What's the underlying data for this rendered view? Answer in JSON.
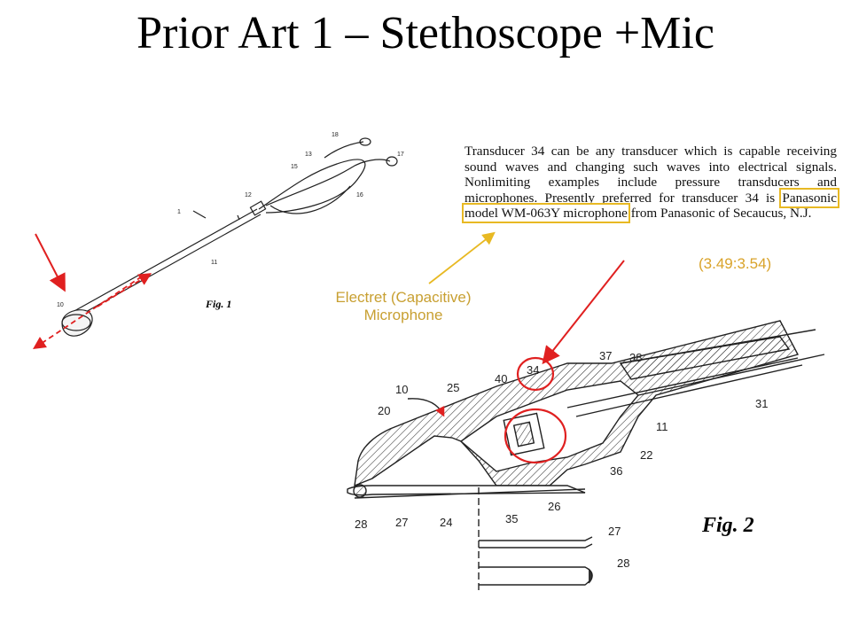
{
  "title": "Prior Art 1 – Stethoscope +Mic",
  "quote": {
    "before": "Transducer 34 can be any transducer which is capable receiving sound waves and changing such waves into electrical signals. Nonlimiting examples include pressure transducers and microphones. Presently preferred for transducer 34 is ",
    "highlight": "Panasonic model WM-063Y microphone",
    "after": " from Panasonic of Secaucus, N.J."
  },
  "callout": {
    "line1": "Electret (Capacitive)",
    "line2": "Microphone"
  },
  "ratio": "(3.49:3.54)",
  "fig1": {
    "label": "Fig. 1",
    "refs": {
      "r1": "1",
      "r10": "10",
      "r11": "11",
      "r12": "12",
      "r13": "13",
      "r15": "15",
      "r16": "16",
      "r17": "17",
      "r18": "18"
    }
  },
  "fig2": {
    "label": "Fig. 2",
    "refs": {
      "r10": "10",
      "r11": "11",
      "r20": "20",
      "r22": "22",
      "r24": "24",
      "r25": "25",
      "r26": "26",
      "r27": "27",
      "r27b": "27",
      "r28": "28",
      "r28b": "28",
      "r31": "31",
      "r34": "34",
      "r35": "35",
      "r36": "36",
      "r37": "37",
      "r38": "38",
      "r40": "40"
    }
  },
  "colors": {
    "arrow": "#e02020",
    "callout": "#e8b923",
    "callout_text": "#c8a032"
  }
}
